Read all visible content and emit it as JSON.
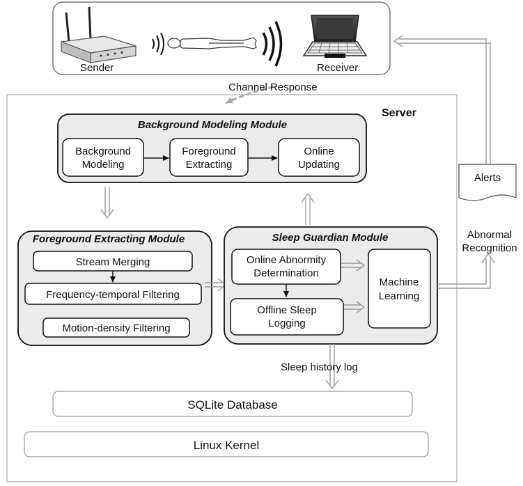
{
  "top_panel": {
    "sender_label": "Sender",
    "receiver_label": "Receiver"
  },
  "channel_response_label": "Channel Response",
  "server_label": "Server",
  "background_module": {
    "title": "Background Modeling Module",
    "step1": [
      "Background",
      "Modeling"
    ],
    "step2": [
      "Foreground",
      "Extracting"
    ],
    "step3": [
      "Online",
      "Updating"
    ]
  },
  "foreground_module": {
    "title": "Foreground Extracting Module",
    "stream_merging": "Stream Merging",
    "frequency_filtering": "Frequency-temporal Filtering",
    "motion_filtering": "Motion-density Filtering"
  },
  "sleep_module": {
    "title": "Sleep Guardian Module",
    "online_abnormity": [
      "Online Abnormity",
      "Determination"
    ],
    "offline_logging": [
      "Offline Sleep",
      "Logging"
    ],
    "machine_learning": [
      "Machine",
      "Learning"
    ]
  },
  "alerts_label": "Alerts",
  "abnormal_recognition": [
    "Abnormal",
    "Recognition"
  ],
  "sleep_history_log": "Sleep history log",
  "database_label": "SQLite Database",
  "kernel_label": "Linux Kernel"
}
